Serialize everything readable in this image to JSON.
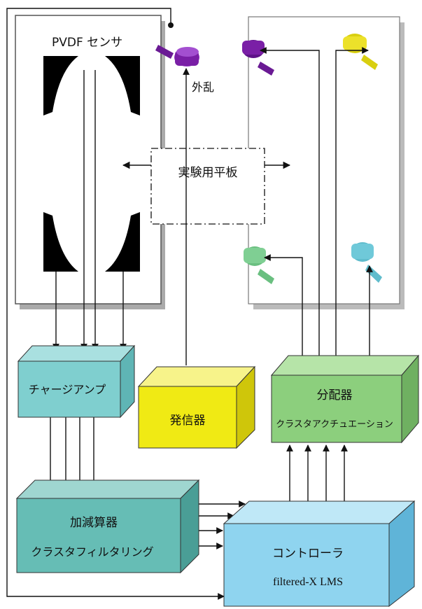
{
  "labels": {
    "sensor": "PVDF センサ",
    "disturbance": "外乱",
    "plate": "実験用平板",
    "charge_amp": "チャージアンプ",
    "generator": "発信器",
    "distributor": "分配器",
    "cluster_actuation": "クラスタアクチュエーション",
    "adder": "加減算器",
    "cluster_filtering": "クラスタフィルタリング",
    "controller": "コントローラ",
    "algorithm": "filtered-X LMS"
  },
  "colors": {
    "charge_amp": "#7fcfcf",
    "adder": "#66bdb5",
    "generator": "#f0ea14",
    "distributor": "#8ccf7d",
    "controller": "#8fd4ef",
    "actuator_purple": "#7a1fa6",
    "actuator_yellow": "#ece12a",
    "actuator_green": "#7fcf93",
    "actuator_cyan": "#6fc9d9"
  }
}
